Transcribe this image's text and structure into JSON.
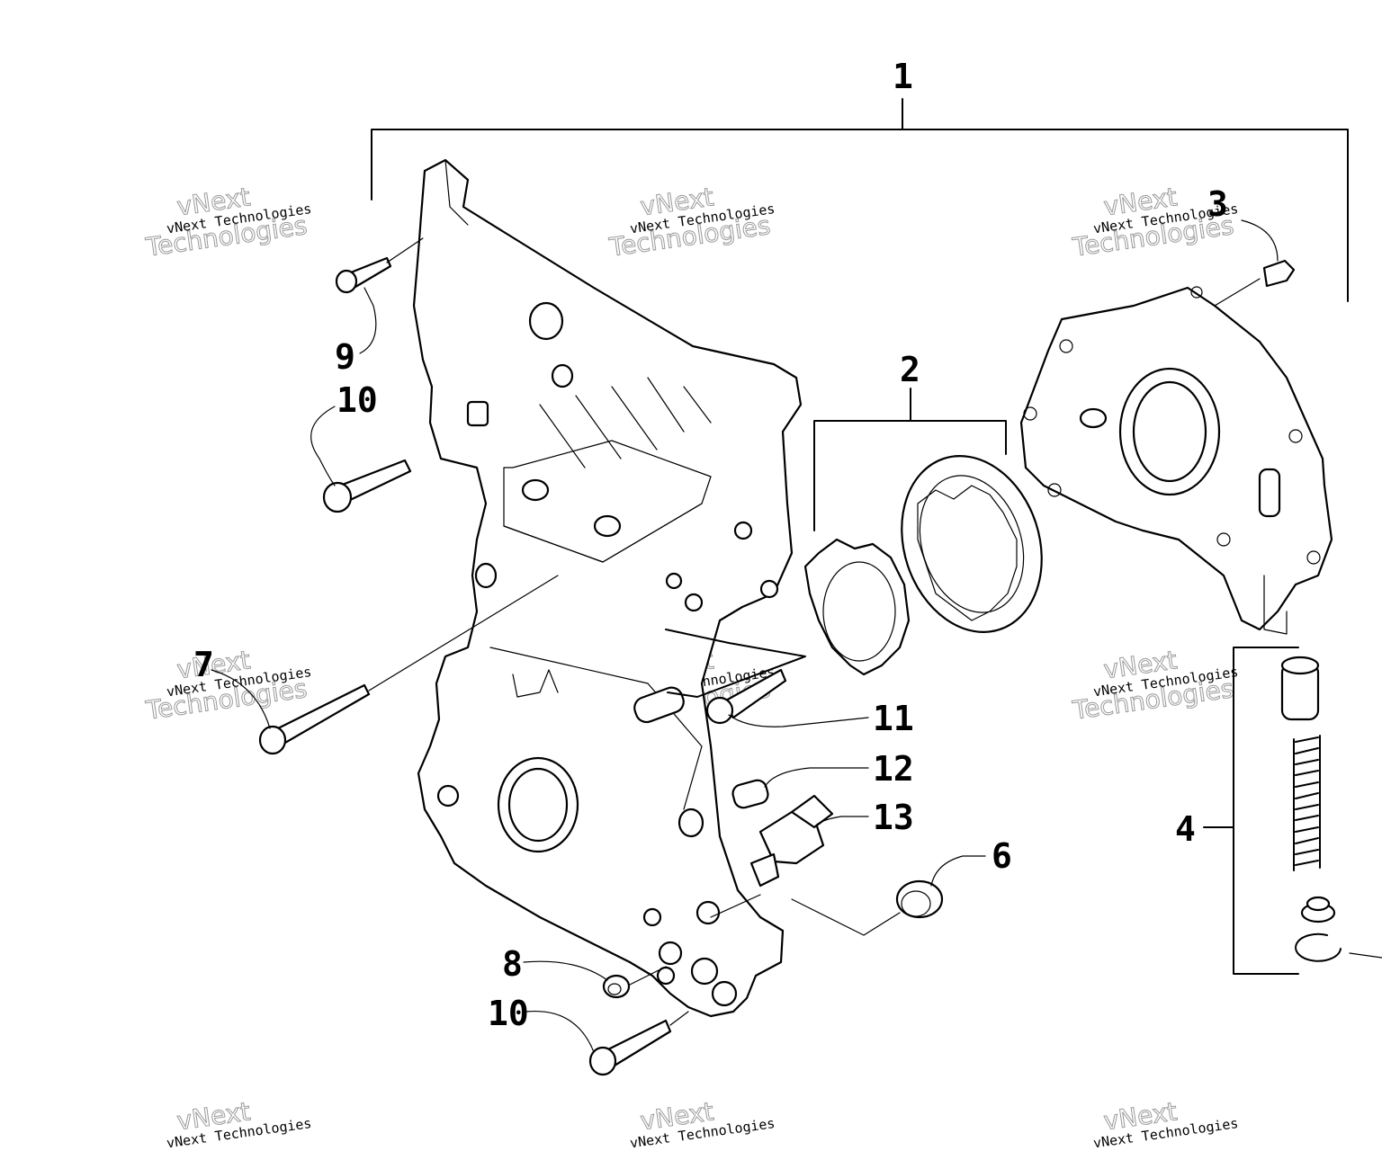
{
  "callouts": [
    {
      "id": "c1",
      "label": "1"
    },
    {
      "id": "c2",
      "label": "2"
    },
    {
      "id": "c3",
      "label": "3"
    },
    {
      "id": "c4",
      "label": "4"
    },
    {
      "id": "c6",
      "label": "6"
    },
    {
      "id": "c7",
      "label": "7"
    },
    {
      "id": "c8",
      "label": "8"
    },
    {
      "id": "c9",
      "label": "9"
    },
    {
      "id": "c10a",
      "label": "10"
    },
    {
      "id": "c10b",
      "label": "10"
    },
    {
      "id": "c11",
      "label": "11"
    },
    {
      "id": "c12",
      "label": "12"
    },
    {
      "id": "c13",
      "label": "13"
    }
  ],
  "watermark": {
    "line1": "vNext Technologies",
    "brand_top": "vNext",
    "brand_bottom": "Technologies"
  },
  "colors": {
    "ink": "#000000",
    "watermark_outline": "#9a9a9a",
    "background": "#ffffff"
  }
}
